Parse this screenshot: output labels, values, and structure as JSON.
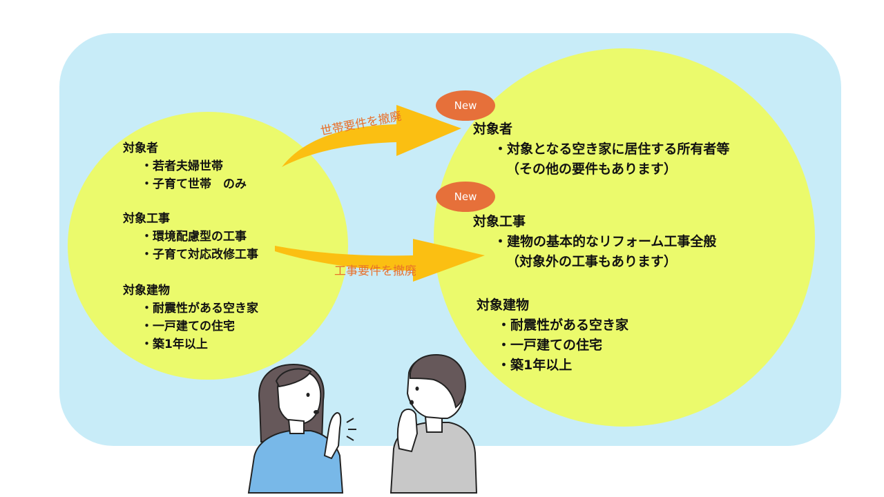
{
  "old": {
    "target_person": {
      "heading": "対象者",
      "items": [
        "・若者夫婦世帯",
        "・子育て世帯　のみ"
      ]
    },
    "target_work": {
      "heading": "対象工事",
      "items": [
        "・環境配慮型の工事",
        "・子育て対応改修工事"
      ]
    },
    "target_building": {
      "heading": "対象建物",
      "items": [
        "・耐震性がある空き家",
        "・一戸建ての住宅",
        "・築1年以上"
      ]
    }
  },
  "arrows": {
    "top_label": "世帯要件を撤廃",
    "bottom_label": "工事要件を撤廃"
  },
  "badges": {
    "badge1": "New",
    "badge2": "New"
  },
  "new": {
    "target_person": {
      "heading": "対象者",
      "item": "・対象となる空き家に居住する所有者等",
      "note": "（その他の要件もあります）"
    },
    "target_work": {
      "heading": "対象工事",
      "item": "・建物の基本的なリフォーム工事全般",
      "note": "（対象外の工事もあります）"
    },
    "target_building": {
      "heading": "対象建物",
      "items": [
        "・耐震性がある空き家",
        "・一戸建ての住宅",
        "・築1年以上"
      ]
    }
  },
  "colors": {
    "panel": "#c8ecf8",
    "circle": "#ebfa6c",
    "arrow": "#fbbf12",
    "arrow_text": "#e8702a",
    "badge": "#e6703a"
  }
}
